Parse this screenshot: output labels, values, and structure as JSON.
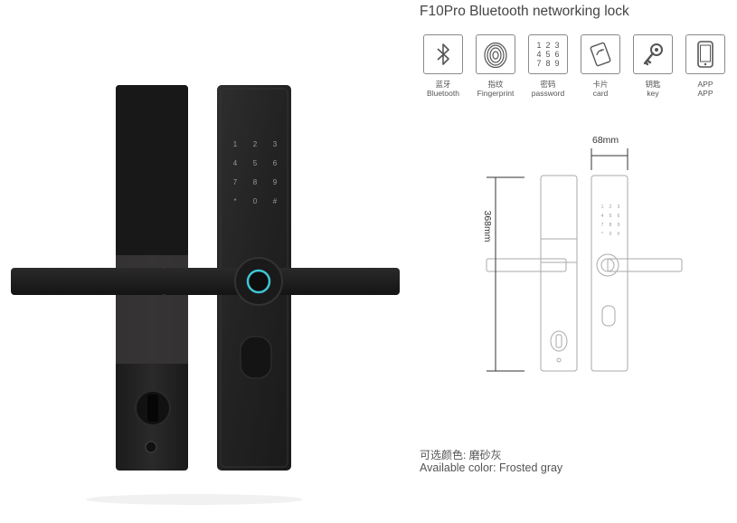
{
  "product": {
    "title": "F10Pro Bluetooth networking lock"
  },
  "features": [
    {
      "icon": "bluetooth-icon",
      "cn": "蓝牙",
      "en": "Bluetooth"
    },
    {
      "icon": "fingerprint-icon",
      "cn": "指纹",
      "en": "Fingerprint"
    },
    {
      "icon": "keypad-icon",
      "cn": "密码",
      "en": "password"
    },
    {
      "icon": "card-icon",
      "cn": "卡片",
      "en": "card"
    },
    {
      "icon": "key-icon",
      "cn": "钥匙",
      "en": "key"
    },
    {
      "icon": "phone-icon",
      "cn": "APP",
      "en": "APP"
    }
  ],
  "keypad_glyphs": [
    "1",
    "2",
    "3",
    "4",
    "5",
    "6",
    "7",
    "8",
    "9"
  ],
  "lock_keypad": [
    "1",
    "2",
    "3",
    "4",
    "5",
    "6",
    "7",
    "8",
    "9",
    "*",
    "0",
    "#"
  ],
  "dimensions": {
    "width": "68mm",
    "height": "368mm"
  },
  "available_color": {
    "cn": "可选颜色: 磨砂灰",
    "en": "Available color: Frosted gray"
  },
  "colors": {
    "lock_body": "#1f1f1f",
    "lock_panel": "#2b2b2b",
    "fingerprint_ring": "#3ec6d4",
    "icon_stroke": "#8a8a8a",
    "dimension_line": "#333333"
  }
}
